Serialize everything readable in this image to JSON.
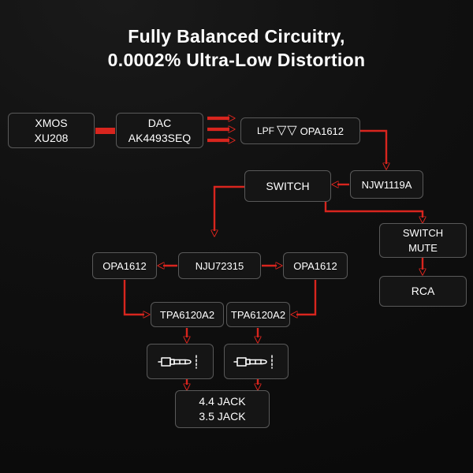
{
  "title": {
    "line1": "Fully Balanced Circuitry,",
    "line2": "0.0002% Ultra-Low Distortion"
  },
  "colors": {
    "background": "#101010",
    "box_background": "#151515",
    "box_border": "#595959",
    "arrow_red": "#d8251e",
    "text": "#ffffff"
  },
  "nodes": {
    "usb": {
      "line1": "XMOS",
      "line2": "XU208"
    },
    "dac": {
      "line1": "DAC",
      "line2": "AK4493SEQ"
    },
    "lpf": {
      "label": "LPF",
      "chip": "OPA1612"
    },
    "switch": {
      "label": "SWITCH"
    },
    "relay": {
      "label": "NJW1119A"
    },
    "switch_mute": {
      "line1": "SWITCH",
      "line2": "MUTE"
    },
    "rca": {
      "label": "RCA"
    },
    "opa_left": {
      "label": "OPA1612"
    },
    "volume": {
      "label": "NJU72315"
    },
    "opa_right": {
      "label": "OPA1612"
    },
    "amp_left": {
      "label": "TPA6120A2"
    },
    "amp_right": {
      "label": "TPA6120A2"
    },
    "jack_out": {
      "line1": "4.4 JACK",
      "line2": "3.5 JACK"
    }
  },
  "icons": {
    "opamp": "▽",
    "headphone_jack": "trs-plug-outline"
  }
}
